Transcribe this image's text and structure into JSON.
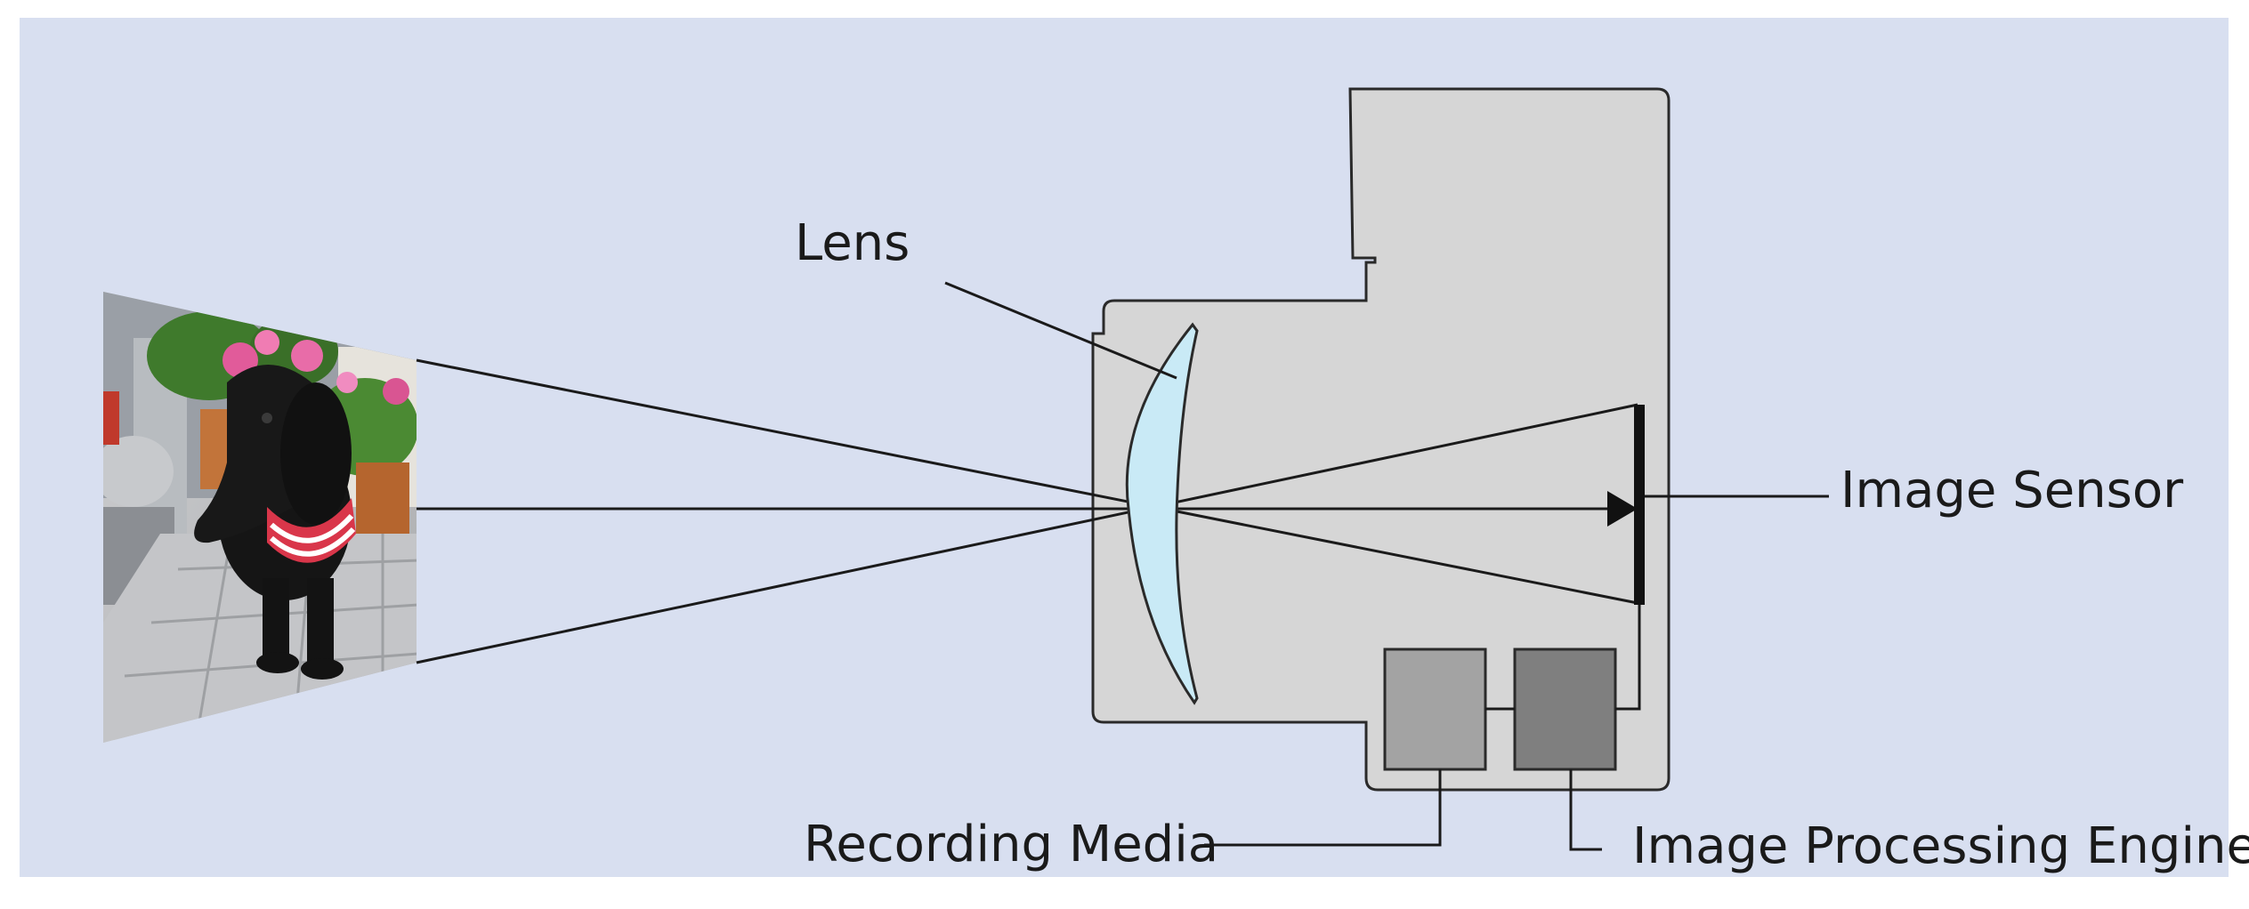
{
  "labels": {
    "lens": "Lens",
    "image_sensor": "Image Sensor",
    "recording_media": "Recording Media",
    "image_processing_engine": "Image Processing Engine"
  },
  "colors": {
    "background": "#d8dff0",
    "camera_body": "#d6d6d6",
    "camera_outline": "#2a2a2a",
    "lens_fill": "#c9eaf6",
    "recording_media_fill": "#a3a3a3",
    "processing_engine_fill": "#7f7f7f",
    "sensor": "#111111"
  }
}
